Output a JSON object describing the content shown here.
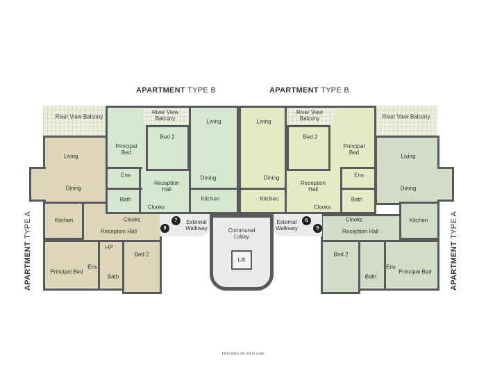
{
  "titles": {
    "top_left": {
      "bold": "APARTMENT",
      "rest": " TYPE B"
    },
    "top_right": {
      "bold": "APARTMENT",
      "rest": " TYPE B"
    },
    "side_left": {
      "bold": "APARTMENT",
      "rest": " TYPE A"
    },
    "side_right": {
      "bold": "APARTMENT",
      "rest": " TYPE A"
    }
  },
  "left_a": {
    "balcony": "River View Balcony",
    "living": "Living",
    "dining": "Dining",
    "kitchen": "Kitchen",
    "clooks": "Clooks",
    "reception": "Reception Hall",
    "principal_bed": "Principal Bed",
    "hp": "HP",
    "ens": "Ens",
    "bath": "Bath",
    "bed2": "Bed 2"
  },
  "left_b": {
    "balcony": "River View Balcony",
    "principal_bed": "Principal Bed",
    "bed2": "Bed 2",
    "living": "Living",
    "dining": "Dining",
    "kitchen": "Kitchen",
    "ens": "Ens",
    "bath": "Bath",
    "reception": "Reception Hall",
    "clooks": "Clooks"
  },
  "right_b": {
    "balcony": "River View Balcony",
    "principal_bed": "Principal Bed",
    "bed2": "Bed 2",
    "living": "Living",
    "dining": "Dining",
    "kitchen": "Kitchen",
    "ens": "Ens",
    "bath": "Bath",
    "reception": "Reception Hall",
    "clooks": "Clooks"
  },
  "right_a": {
    "balcony": "River View Balcony",
    "living": "Living",
    "dining": "Dining",
    "kitchen": "Kitchen",
    "clooks": "Clooks",
    "reception": "Reception Hall",
    "principal_bed": "Principal Bed",
    "ens": "Ens",
    "bath": "Bath",
    "bed2": "Bed 2"
  },
  "common": {
    "walkway_left": "External Walkway",
    "walkway_right": "External Walkway",
    "lobby": "Communal Lobby",
    "lift": "Lift"
  },
  "markers": [
    "8",
    "7",
    "6",
    "5"
  ],
  "footnote": "Floor plans are not to scale",
  "colors": {
    "type_a_left": "#ddd6b8",
    "type_b_left": "#d6e8d2",
    "type_b_right": "#e3ebc6",
    "type_a_right": "#d3dcc9",
    "walls": "#58595b"
  }
}
